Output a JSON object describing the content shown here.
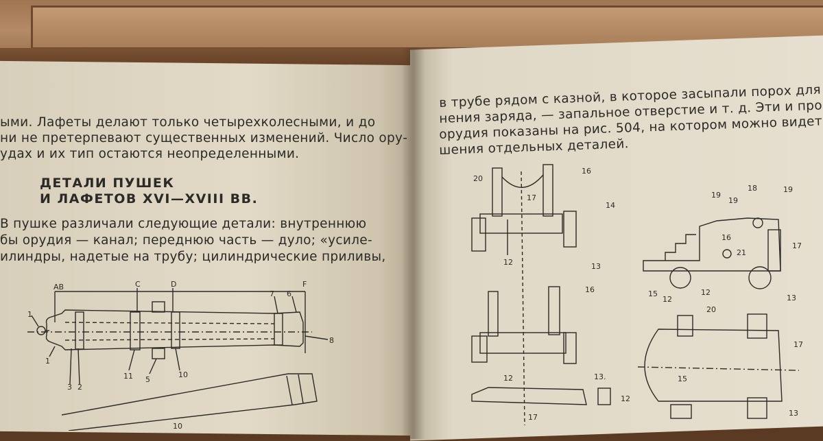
{
  "left_page": {
    "lines": [
      "ыми. Лафеты делают только четырехколесными, и до",
      "ни не претерпевают существенных изменений. Число ору-",
      "удах и их тип остаются неопределенными."
    ],
    "heading": [
      "ДЕТАЛИ ПУШЕК",
      "И ЛАФЕТОВ XVI—XVIII ВВ."
    ],
    "para": [
      "В пушке различали следующие детали: внутреннюю",
      "бы орудия — канал; переднюю часть — дуло; «усиле-",
      "илиндры, надетые на трубу; цилиндрические приливы,"
    ],
    "figure_labels": [
      "AB",
      "C",
      "D",
      "F",
      "1",
      "7",
      "6",
      "8",
      "1",
      "3",
      "2",
      "11",
      "5",
      "10",
      "10"
    ]
  },
  "right_page": {
    "lines": [
      "в трубе рядом с казной, в которое засыпали порох для",
      "нения заряда, — запальное отверстие и т. д. Эти и проч",
      "орудия показаны на рис. 504, на котором можно видеть",
      "шения отдельных деталей."
    ],
    "figure_labels": [
      "20",
      "16",
      "17",
      "14",
      "12",
      "13",
      "16",
      "12",
      "13.",
      "12",
      "17",
      "19",
      "18",
      "19",
      "19",
      "16",
      "21",
      "17",
      "15",
      "12",
      "13",
      "12",
      "20",
      "17",
      "15",
      "13"
    ]
  }
}
